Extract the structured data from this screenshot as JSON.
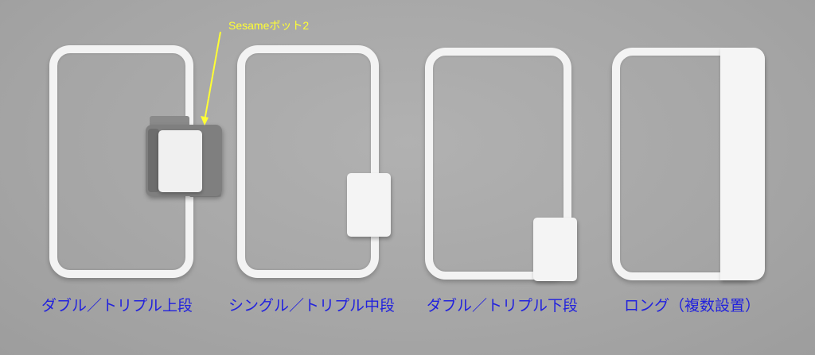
{
  "labels": {
    "double_triple_upper": "ダブル／トリプル上段",
    "single_triple_middle": "シングル／トリプル中段",
    "double_triple_lower": "ダブル／トリプル下段",
    "long_multiple": "ロング（複数設置）"
  },
  "callout": {
    "text": "Sesameボット2",
    "color": "#ffff33"
  },
  "colors": {
    "label_blue": "#2222dd",
    "frame_white": "#f3f3f3",
    "background_gray": "#a8a8a8"
  }
}
